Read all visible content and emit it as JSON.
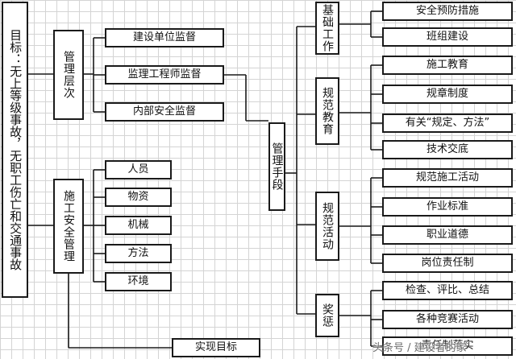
{
  "goal": "目标：无上等级事故，无职工伤亡和交通事故",
  "management_levels": {
    "title": "管理层次",
    "items": [
      "建设单位监督",
      "监理工程师监督",
      "内部安全监督"
    ]
  },
  "construction_safety": {
    "title": "施工安全管理",
    "items": [
      "人员",
      "物资",
      "机械",
      "方法",
      "环境"
    ]
  },
  "achieve_goal": "实现目标",
  "management_means": "管理手段",
  "groups": [
    {
      "title": "基础工作",
      "items": [
        "安全预防措施",
        "班组建设"
      ]
    },
    {
      "title": "规范教育",
      "items": [
        "施工教育",
        "规章制度",
        "有关“规定、方法”",
        "技术交底"
      ]
    },
    {
      "title": "规范活动",
      "items": [
        "规范施工活动",
        "作业标准",
        "职业道德",
        "岗位责任制"
      ]
    },
    {
      "title": "奖惩",
      "items": [
        "检查、评比、总结",
        "各种竞赛活动",
        "责任制落实"
      ]
    }
  ],
  "watermark": "头条号 / 建设者的家"
}
